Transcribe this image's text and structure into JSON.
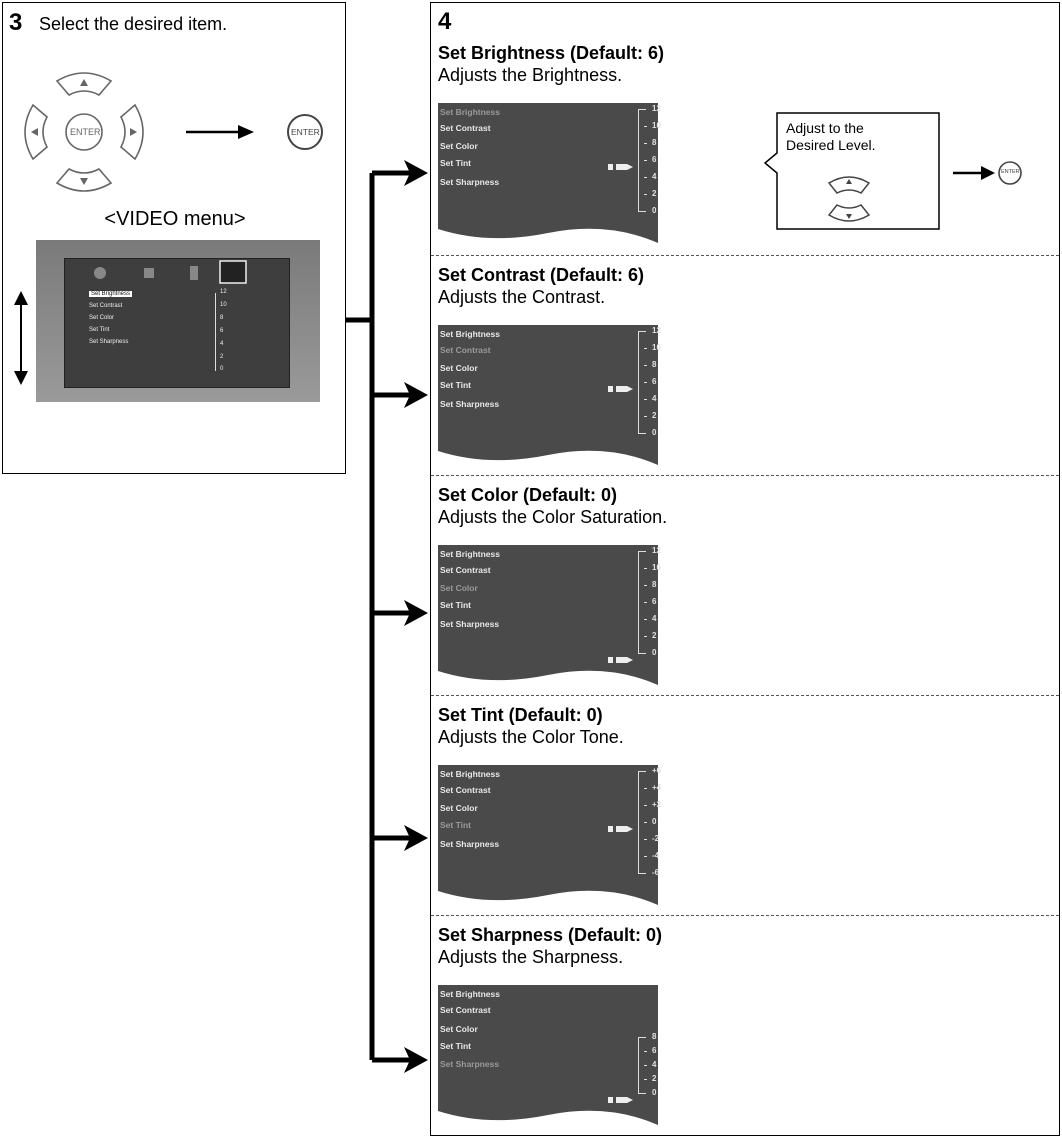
{
  "step3": {
    "number": "3",
    "instruction": "Select the desired item.",
    "remote_label_left": "ENTER",
    "remote_label_right": "ENTER",
    "menu_label": "<VIDEO menu>",
    "mini_menu": {
      "items": [
        "Set Brightness",
        "Set Contrast",
        "Set Color",
        "Set Tint",
        "Set Sharpness"
      ],
      "scale": [
        "12",
        "10",
        "8",
        "6",
        "4",
        "2",
        "0"
      ]
    }
  },
  "step4": {
    "number": "4",
    "callout": {
      "line1": "Adjust to the",
      "line2": "Desired Level.",
      "enter_label": "ENTER"
    },
    "sections": [
      {
        "title": "Set Brightness (Default: 6)",
        "desc": "Adjusts the Brightness.",
        "items": [
          "Set Brightness",
          "Set Contrast",
          "Set Color",
          "Set Tint",
          "Set Sharpness"
        ],
        "active_index": 0,
        "scale": [
          "12",
          "10",
          "8",
          "6",
          "4",
          "2",
          "0"
        ],
        "slider_index": 3
      },
      {
        "title": "Set Contrast (Default: 6)",
        "desc": "Adjusts the Contrast.",
        "items": [
          "Set Brightness",
          "Set Contrast",
          "Set Color",
          "Set Tint",
          "Set Sharpness"
        ],
        "active_index": 1,
        "scale": [
          "12",
          "10",
          "8",
          "6",
          "4",
          "2",
          "0"
        ],
        "slider_index": 3
      },
      {
        "title": "Set Color (Default: 0)",
        "desc": "Adjusts the Color Saturation.",
        "items": [
          "Set Brightness",
          "Set Contrast",
          "Set Color",
          "Set Tint",
          "Set Sharpness"
        ],
        "active_index": 2,
        "scale": [
          "12",
          "10",
          "8",
          "6",
          "4",
          "2",
          "0"
        ],
        "slider_index": 6
      },
      {
        "title": "Set Tint (Default: 0)",
        "desc": "Adjusts the Color Tone.",
        "items": [
          "Set Brightness",
          "Set Contrast",
          "Set Color",
          "Set Tint",
          "Set Sharpness"
        ],
        "active_index": 3,
        "scale": [
          "+6",
          "+4",
          "+2",
          "0",
          "-2",
          "-4",
          "-6"
        ],
        "slider_index": 3
      },
      {
        "title": "Set Sharpness (Default: 0)",
        "desc": "Adjusts the Sharpness.",
        "items": [
          "Set Brightness",
          "Set Contrast",
          "Set Color",
          "Set Tint",
          "Set Sharpness"
        ],
        "active_index": 4,
        "scale": [
          "8",
          "6",
          "4",
          "2",
          "0"
        ],
        "slider_index": 4
      }
    ]
  },
  "colors": {
    "screen_bg": "#4a4a4a",
    "active_text": "#9a9a9a",
    "text": "#e8e8e8"
  }
}
